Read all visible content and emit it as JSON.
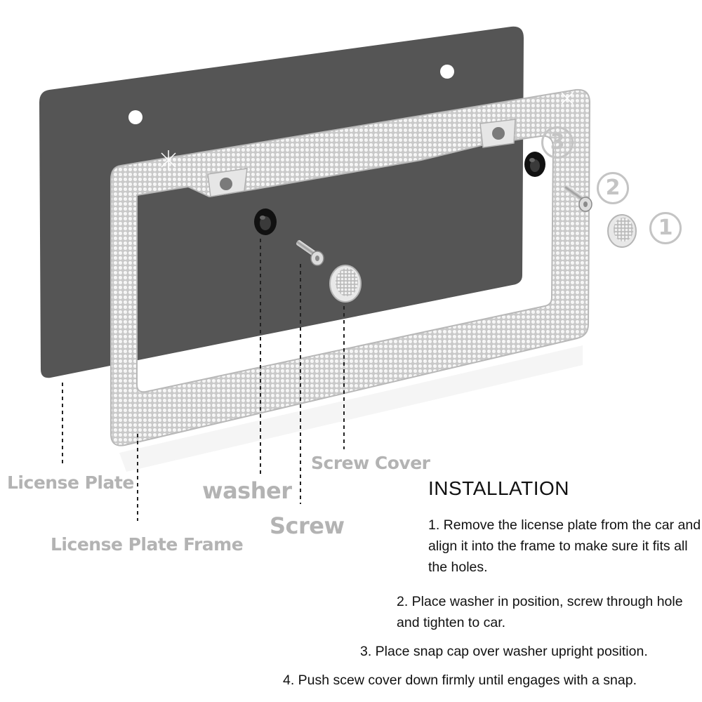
{
  "labels": {
    "license_plate": "License Plate",
    "license_plate_frame": "License Plate Frame",
    "washer": "washer",
    "screw": "Screw",
    "screw_cover": "Screw Cover"
  },
  "steps": {
    "one": "1",
    "two": "2",
    "three": "3"
  },
  "installation": {
    "title": "INSTALLATION",
    "items": [
      "1. Remove the license plate from the car and align it into the frame to make sure it fits all the holes.",
      "2. Place washer in position, screw through hole and tighten to car.",
      "3. Place snap cap over washer upright position.",
      "4. Push scew cover down firmly until engages with a snap."
    ]
  },
  "colors": {
    "plate": "#555555",
    "frame": "#d9d9d9",
    "label_gray": "#b3b3b3",
    "text": "#111111"
  }
}
